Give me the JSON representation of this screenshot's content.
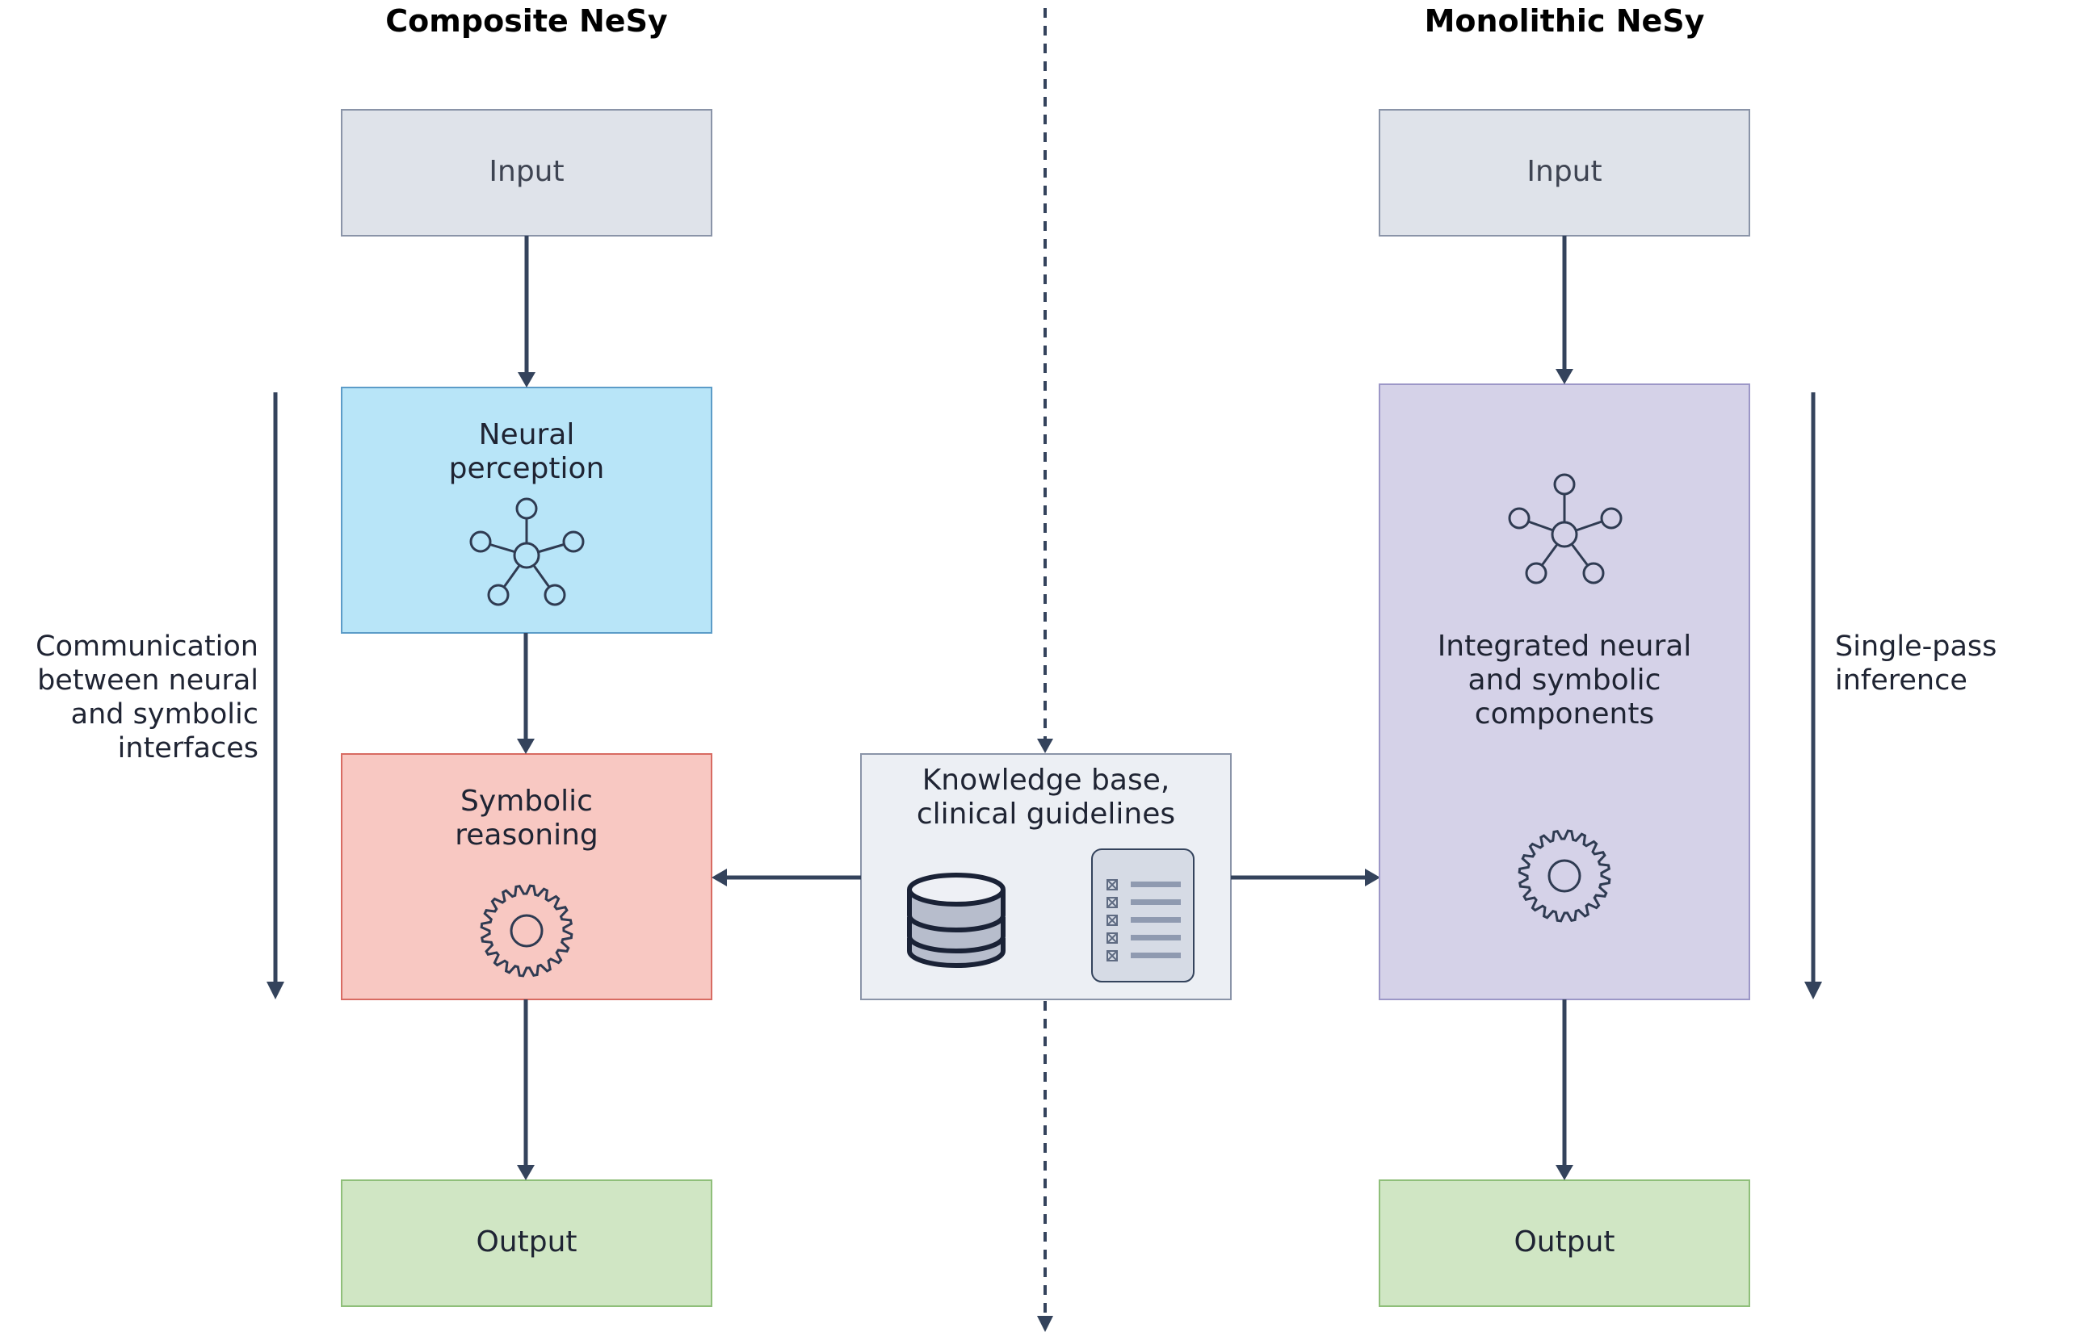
{
  "headings": {
    "composite": "Composite NeSy",
    "monolithic": "Monolithic NeSy"
  },
  "composite": {
    "input": "Input",
    "neural": [
      "Neural",
      "perception"
    ],
    "symbolic": [
      "Symbolic",
      "reasoning"
    ],
    "output": "Output",
    "side_label": [
      "Communication",
      "between neural",
      "and symbolic",
      "interfaces"
    ]
  },
  "knowledge": {
    "title": [
      "Knowledge base,",
      "clinical guidelines"
    ],
    "icons": [
      "database-icon",
      "checklist-document-icon"
    ]
  },
  "monolithic": {
    "input": "Input",
    "integrated": [
      "Integrated neural",
      "and symbolic",
      "components"
    ],
    "output": "Output",
    "side_label": [
      "Single-pass",
      "inference"
    ]
  },
  "icons": {
    "network": "network-node-icon",
    "gear": "gear-icon"
  },
  "colors": {
    "input_fill": "#dfe3ea",
    "neural_fill": "#b8e5f8",
    "symbolic_fill": "#f8c8c2",
    "integrated_fill": "#d5d2e8",
    "output_fill": "#d0e6c4",
    "knowledge_fill": "#eceff4",
    "arrow": "#34435c"
  }
}
